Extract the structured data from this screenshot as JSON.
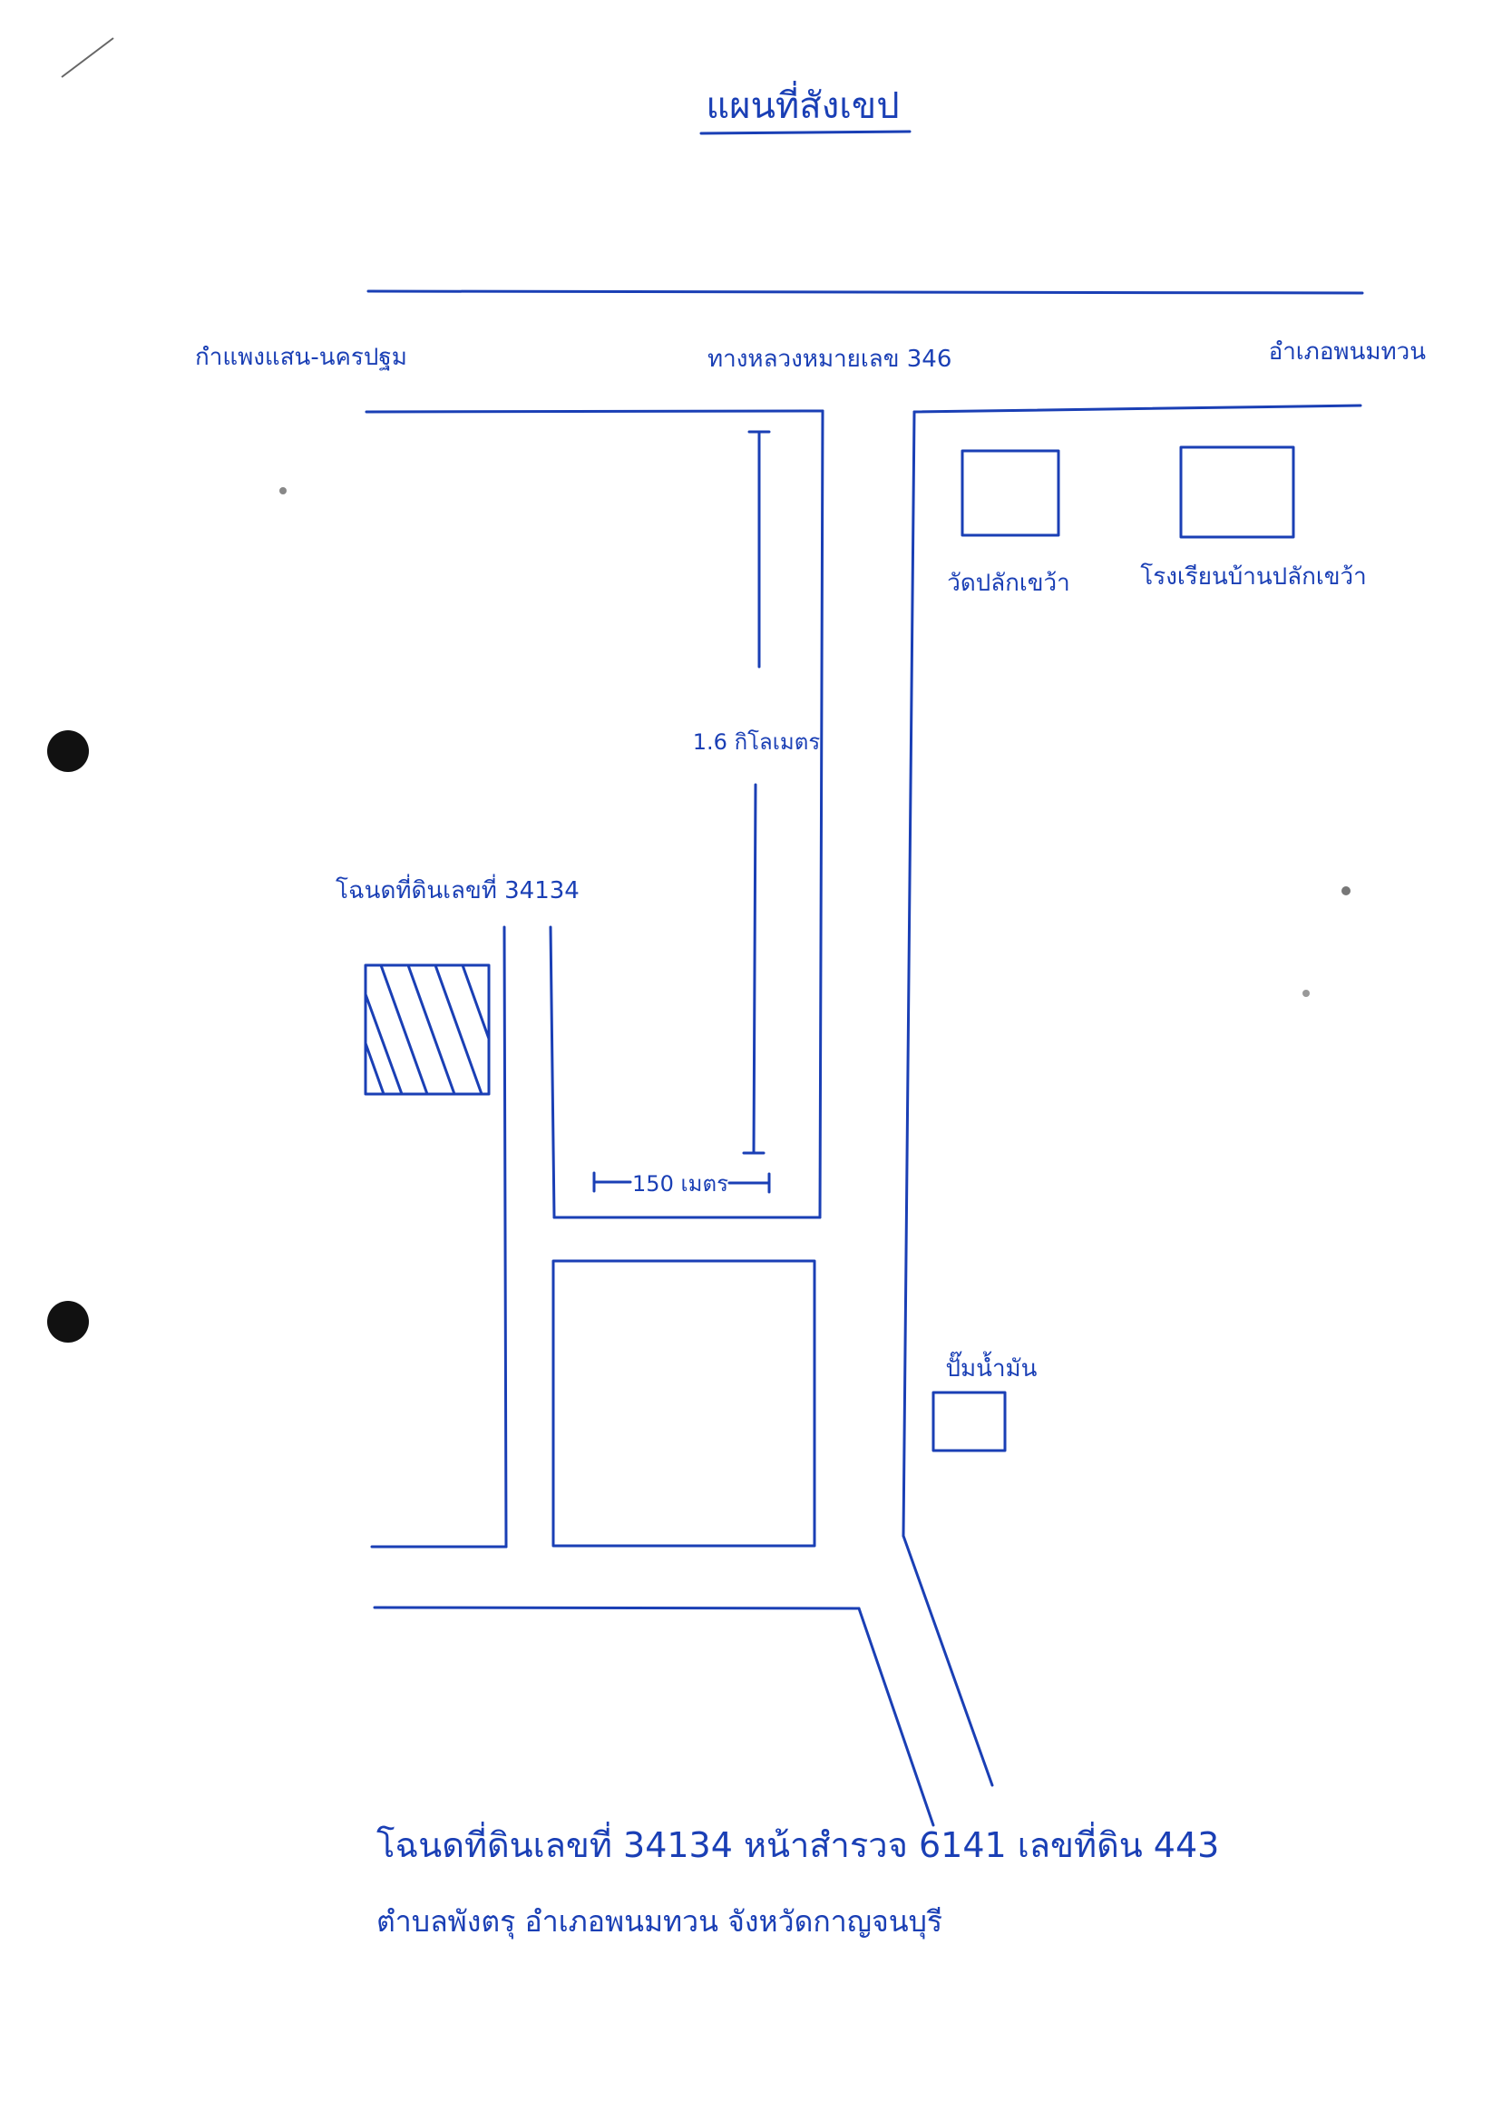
{
  "title": "แผนที่สังเขป",
  "roads": {
    "main_road_left_label": "กำแพงแสน-นครปฐม",
    "main_road_center_label": "ทางหลวงหมายเลข 346",
    "main_road_right_label": "อำเภอพนมทวน"
  },
  "landmarks": {
    "temple_label": "วัดปลักเขว้า",
    "school_label": "โรงเรียนบ้านปลักเขว้า",
    "gas_station_label": "ปั๊มน้ำมัน",
    "parcel_label": "โฉนดที่ดินเลขที่ 34134"
  },
  "measurements": {
    "vertical_distance": "1.6 กิโลเมตร",
    "horizontal_distance": "150 เมตร"
  },
  "footer": {
    "line1": "โฉนดที่ดินเลขที่ 34134 หน้าสำรวจ 6141 เลขที่ดิน 443",
    "line2": "ตำบลพังตรุ อำเภอพนมทวน จังหวัดกาญจนบุรี"
  },
  "colors": {
    "ink": "#1a3fb5",
    "paper": "#ffffff",
    "punch_hole": "#111111"
  }
}
